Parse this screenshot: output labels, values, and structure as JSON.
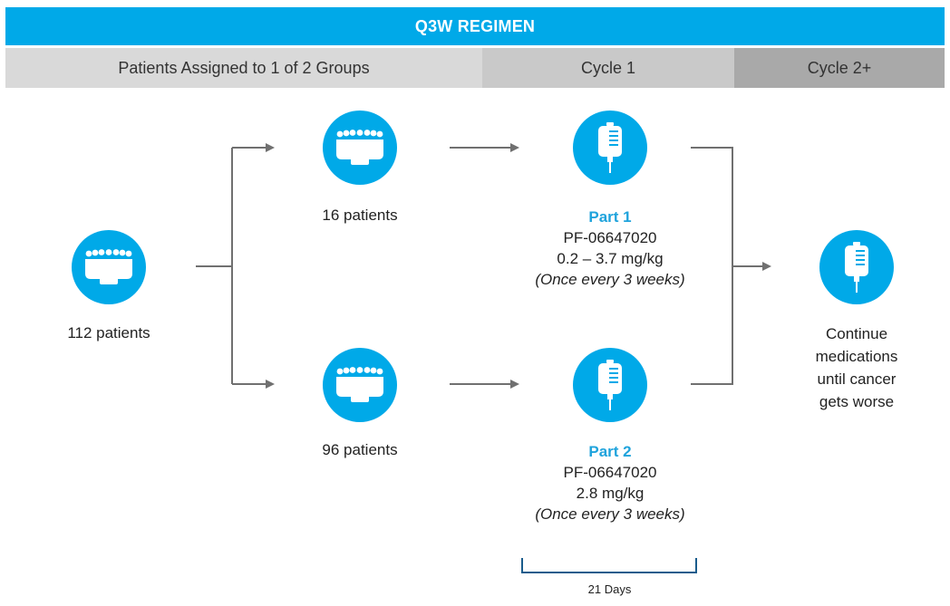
{
  "header": {
    "title": "Q3W REGIMEN",
    "col1": "Patients Assigned to 1 of 2 Groups",
    "col2": "Cycle 1",
    "col3": "Cycle 2+"
  },
  "groups": {
    "total": "112 patients",
    "group1": "16 patients",
    "group2": "96 patients"
  },
  "part1": {
    "title": "Part 1",
    "drug": "PF-06647020",
    "dose": "0.2 – 3.7 mg/kg",
    "schedule": "(Once every 3 weeks)"
  },
  "part2": {
    "title": "Part 2",
    "drug": "PF-06647020",
    "dose": "2.8 mg/kg",
    "schedule": "(Once every 3 weeks)"
  },
  "continue": {
    "line1": "Continue",
    "line2": "medications",
    "line3": "until cancer",
    "line4": "gets worse"
  },
  "cycle_length": "21 Days",
  "colors": {
    "accent": "#00a9e8",
    "part_title": "#1fa3dc",
    "arrow": "#707070",
    "bracket": "#1a5c8c"
  },
  "icons": {
    "group": "patients-group-icon",
    "infusion": "iv-bag-icon"
  }
}
